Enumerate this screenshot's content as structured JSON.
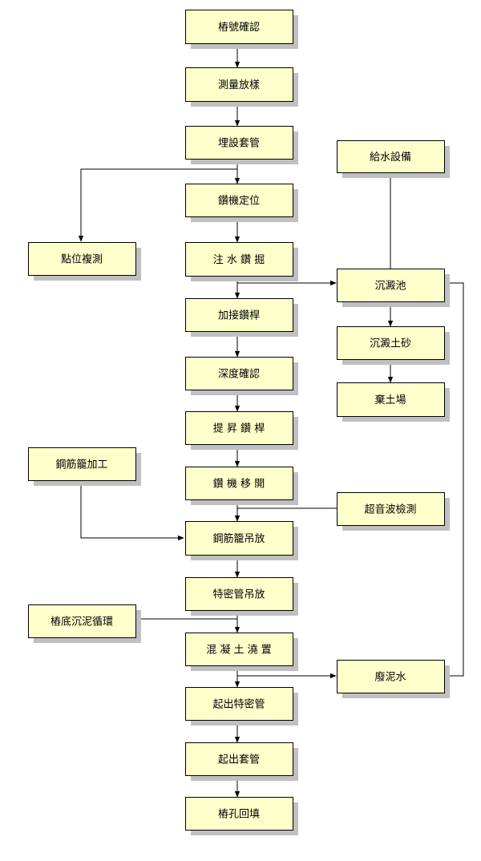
{
  "nodes": {
    "n1": "樁號確認",
    "n2": "測量放樣",
    "n3": "埋設套管",
    "n4": "鑽機定位",
    "n5": "注 水 鑽 掘",
    "n6": "加接鑽桿",
    "n7": "深度確認",
    "n8": "提 昇 鑽 桿",
    "n9": "鑽 機 移 開",
    "n10": "鋼筋籠吊放",
    "n11": "特密管吊放",
    "n12": "混 凝 土 澆 置",
    "n13": "起出特密管",
    "n14": "起出套管",
    "n15": "樁孔回填",
    "point_survey": "點位複測",
    "water_supply": "給水設備",
    "settling_pond": "沉澱池",
    "settled_sand": "沉澱土砂",
    "dump_site": "棄土場",
    "ultrasonic": "超音波檢測",
    "cage_fab": "鋼筋籠加工",
    "sediment_cycle": "樁底沉泥循環",
    "waste_mud": "廢泥水"
  }
}
